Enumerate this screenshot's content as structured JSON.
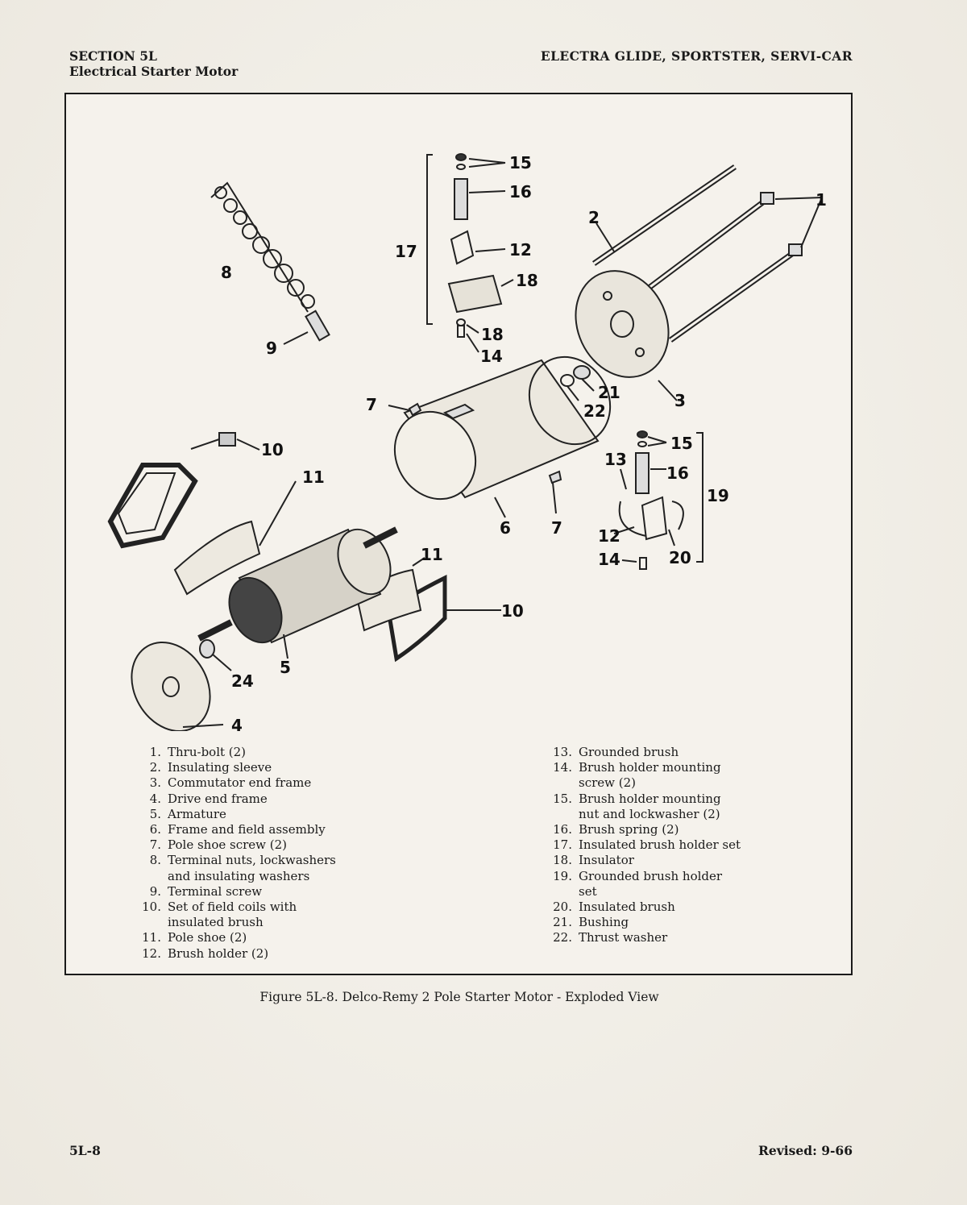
{
  "header": {
    "section": "SECTION 5L",
    "subtitle": "Electrical Starter Motor",
    "models": "ELECTRA GLIDE, SPORTSTER, SERVI-CAR"
  },
  "diagram": {
    "callouts": [
      "1",
      "2",
      "3",
      "4",
      "5",
      "6",
      "7",
      "7",
      "8",
      "9",
      "10",
      "10",
      "11",
      "11",
      "12",
      "12",
      "13",
      "14",
      "14",
      "15",
      "15",
      "16",
      "16",
      "17",
      "18",
      "18",
      "19",
      "20",
      "21",
      "22",
      "24"
    ]
  },
  "legend": {
    "left": [
      {
        "num": "1.",
        "label": "Thru-bolt (2)"
      },
      {
        "num": "2.",
        "label": "Insulating sleeve"
      },
      {
        "num": "3.",
        "label": "Commutator end frame"
      },
      {
        "num": "4.",
        "label": "Drive end frame"
      },
      {
        "num": "5.",
        "label": "Armature"
      },
      {
        "num": "6.",
        "label": "Frame and field assembly"
      },
      {
        "num": "7.",
        "label": "Pole shoe screw (2)"
      },
      {
        "num": "8.",
        "label": "Terminal nuts, lockwashers\n  and insulating washers"
      },
      {
        "num": "9.",
        "label": "Terminal screw"
      },
      {
        "num": "10.",
        "label": "Set of field coils with\n  insulated brush"
      },
      {
        "num": "11.",
        "label": "Pole shoe (2)"
      },
      {
        "num": "12.",
        "label": "Brush holder (2)"
      }
    ],
    "right": [
      {
        "num": "13.",
        "label": "Grounded brush"
      },
      {
        "num": "14.",
        "label": "Brush holder mounting\n  screw (2)"
      },
      {
        "num": "15.",
        "label": "Brush holder mounting\n  nut and lockwasher (2)"
      },
      {
        "num": "16.",
        "label": "Brush spring (2)"
      },
      {
        "num": "17.",
        "label": "Insulated brush holder set"
      },
      {
        "num": "18.",
        "label": "Insulator"
      },
      {
        "num": "19.",
        "label": "Grounded brush holder\n  set"
      },
      {
        "num": "20.",
        "label": "Insulated brush"
      },
      {
        "num": "21.",
        "label": "Bushing"
      },
      {
        "num": "22.",
        "label": "Thrust washer"
      }
    ]
  },
  "caption": "Figure 5L-8. Delco-Remy 2 Pole Starter Motor - Exploded View",
  "footer": {
    "page": "5L-8",
    "revised": "Revised:  9-66"
  }
}
